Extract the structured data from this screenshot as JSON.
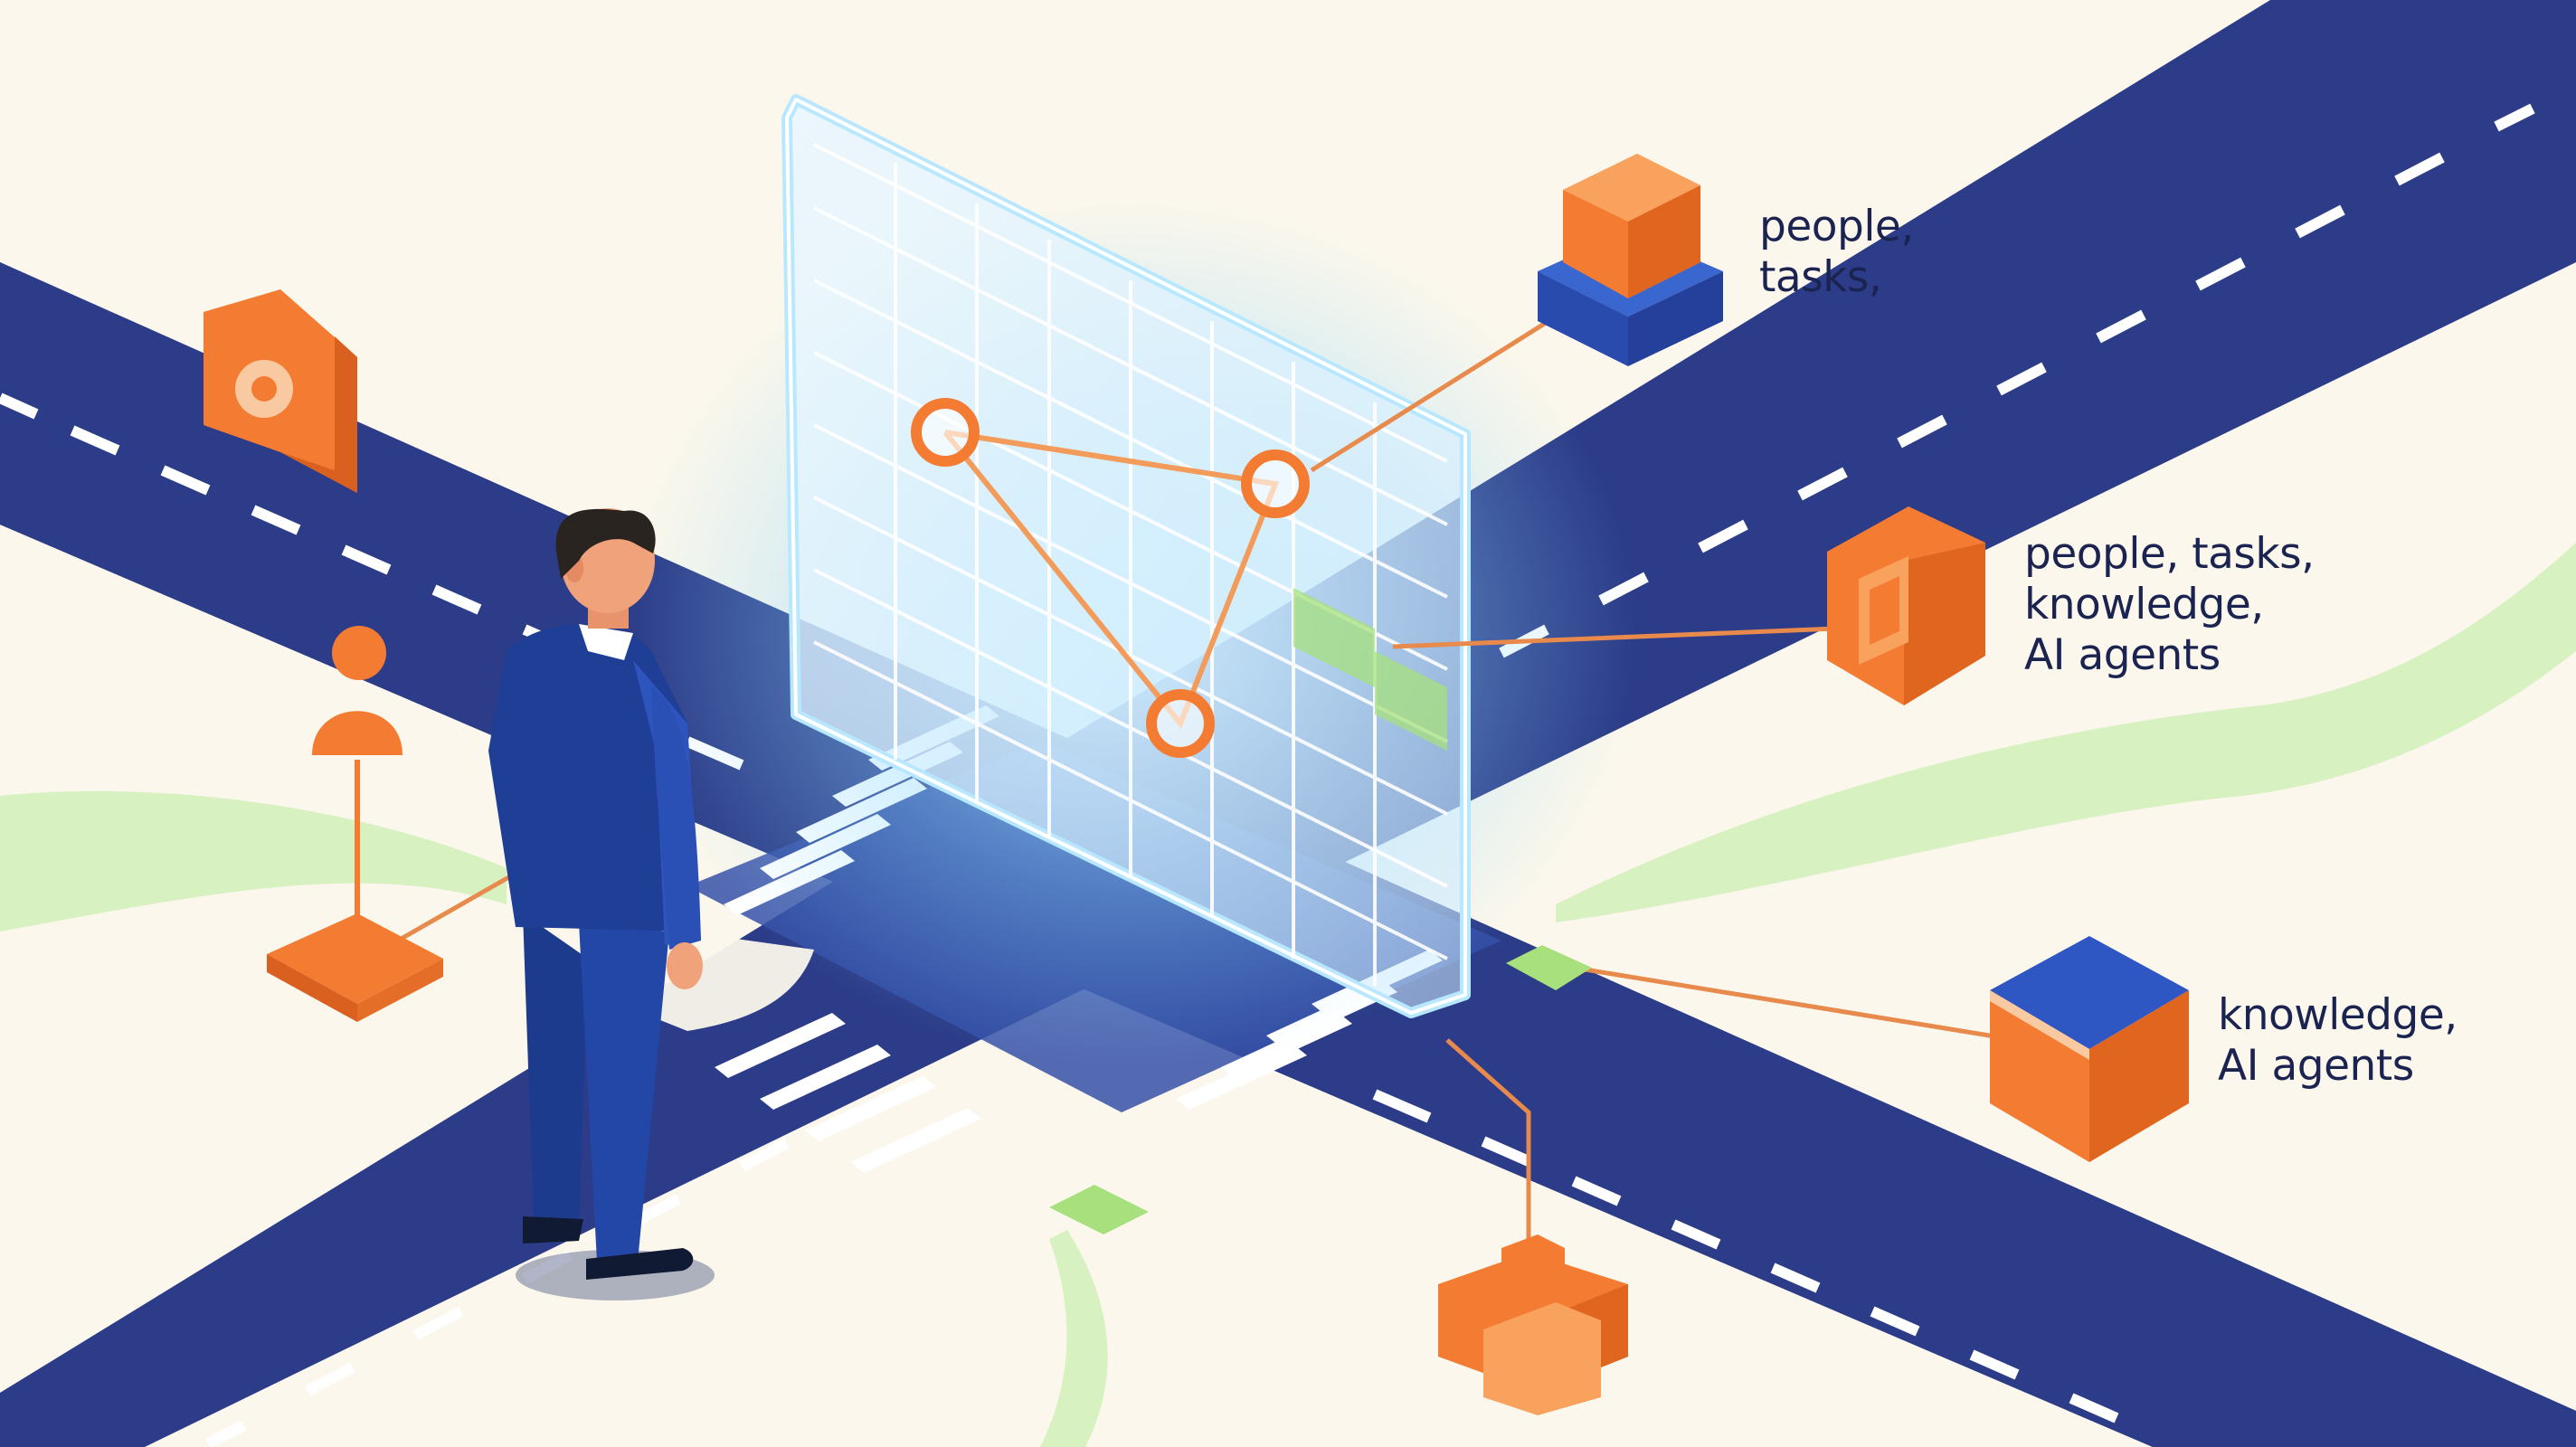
{
  "palette": {
    "background": "#FBF7EC",
    "road": "#2E3F8A",
    "road_light": "#3E5BB8",
    "lane_marking": "#FFFFFF",
    "accent_orange": "#F47C32",
    "accent_orange_light": "#F9A25E",
    "accent_blue": "#2F57C4",
    "accent_green": "#A7E07C",
    "hologram_glow": "#8ED8FF",
    "suit": "#1F3F96",
    "text": "#1B2450"
  },
  "labels": {
    "top": "people,\ntasks,",
    "middle": "people, tasks,\nknowledge,\nAI agents",
    "bottom": "knowledge,\nAI agents"
  },
  "icons": [
    "house-pin-icon",
    "person-node-icon",
    "stacked-cube-icon",
    "hexagon-frame-icon",
    "blue-top-cube-icon",
    "cube-cluster-icon",
    "green-tile-icon"
  ]
}
